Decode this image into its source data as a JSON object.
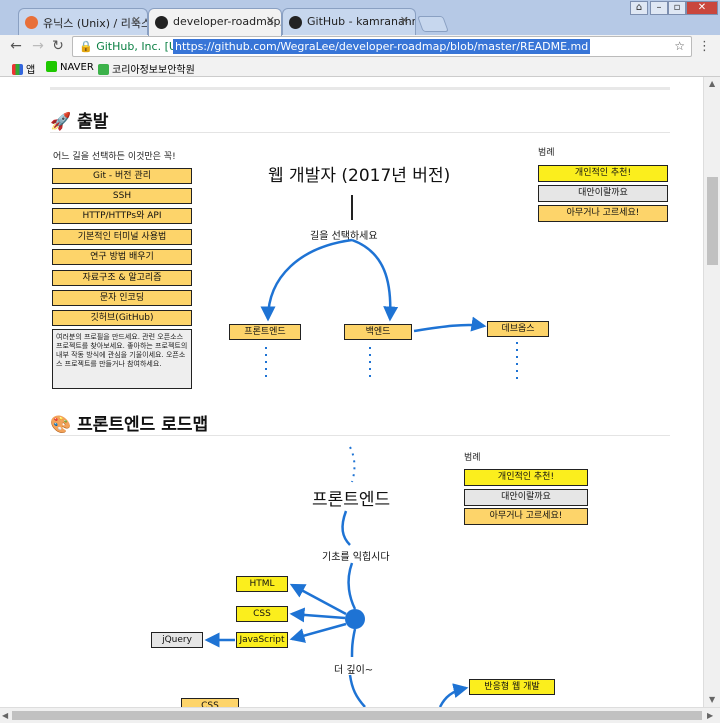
{
  "browser": {
    "tabs": [
      {
        "label": "유닉스 (Unix) / 리눅스"
      },
      {
        "label": "developer-roadmap/REA"
      },
      {
        "label": "GitHub - kamranahmed"
      }
    ],
    "security_label": "GitHub, Inc. [US]",
    "url": "https://github.com/WegraLee/developer-roadmap/blob/master/README.md",
    "bookmarks": [
      {
        "label": "앱"
      },
      {
        "label": "NAVER"
      },
      {
        "label": "코리아정보보안학원"
      }
    ]
  },
  "section1": {
    "heading": "출발",
    "intro": "어느 길을 선택하든 이것만은 꼭!",
    "basics": [
      "Git - 버전 관리",
      "SSH",
      "HTTP/HTTPs와 API",
      "기본적인 터미널 사용법",
      "연구 방법 배우기",
      "자료구조 & 알고리즘",
      "문자 인코딩",
      "깃허브(GitHub)"
    ],
    "note": "여러분의 프로필을 만드세요. 관련 오픈소스 프로젝트를 찾아보세요. 좋아하는 프로젝트의 내부 작동 방식에 관심을 기울이세요. 오픈소스 프로젝트를 만들거나 참여하세요.",
    "title": "웹 개발자 (2017년 버전)",
    "choose": "길을 선택하세요",
    "paths": [
      "프론트엔드",
      "백엔드",
      "데브옵스"
    ],
    "legend_title": "범례",
    "legend": [
      "개인적인 추천!",
      "대안이랄까요",
      "아무거나 고르세요!"
    ]
  },
  "section2": {
    "heading": "프론트엔드 로드맵",
    "title": "프론트엔드",
    "learn_basics": "기초를 익힙시다",
    "items": [
      "HTML",
      "CSS",
      "JavaScript"
    ],
    "jquery": "jQuery",
    "deeper": "더 깊이~",
    "css_partial": "CSS",
    "responsive": "반응형 웹 개발",
    "legend_title": "범례",
    "legend": [
      "개인적인 추천!",
      "대안이랄까요",
      "아무거나 고르세요!"
    ]
  },
  "colors": {
    "personal": "#fbee1d",
    "alternative": "#e6e6e6",
    "any": "#fdd46a",
    "arrow": "#1e73d4"
  }
}
